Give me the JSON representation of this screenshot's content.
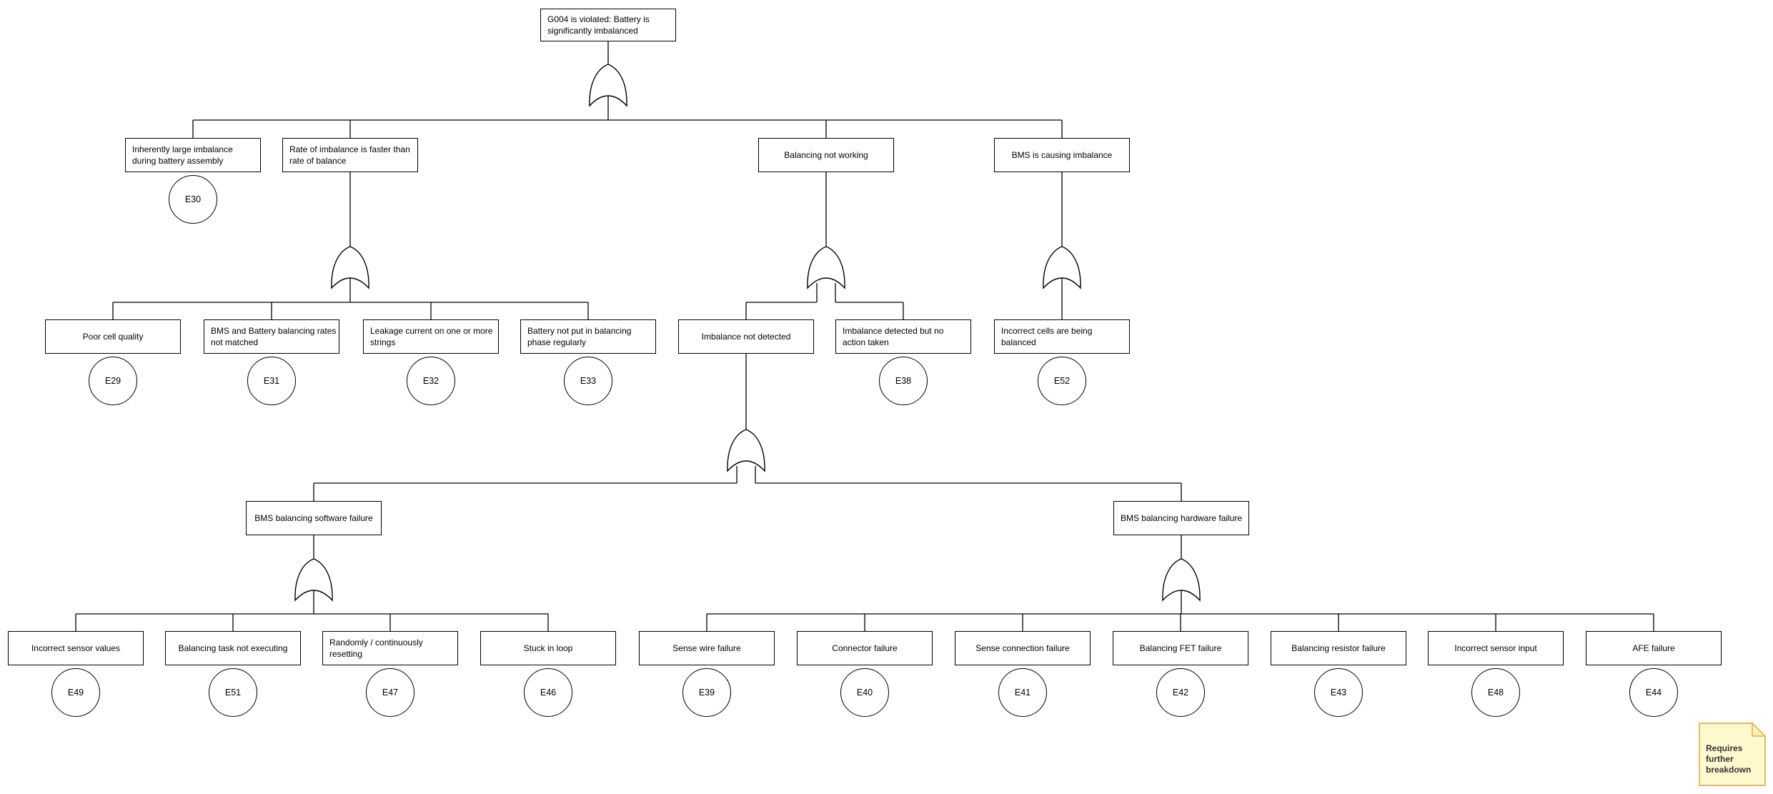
{
  "diagram_type": "fault-tree",
  "nodes": [
    {
      "id": "g004",
      "label": "G004 is violated: Battery is\nsignificantly imbalanced",
      "gate": "or"
    },
    {
      "id": "inherent-imbalance",
      "label": "Inherently large imbalance\nduring battery assembly",
      "event": "E30"
    },
    {
      "id": "rate-imbalance",
      "label": "Rate of imbalance is faster than\nrate of balance",
      "gate": "or"
    },
    {
      "id": "balancing-not-working",
      "label": "Balancing not working",
      "gate": "or"
    },
    {
      "id": "bms-causing-imbalance",
      "label": "BMS is causing imbalance",
      "gate": "or"
    },
    {
      "id": "poor-cell-quality",
      "label": "Poor cell quality",
      "event": "E29"
    },
    {
      "id": "rates-not-matched",
      "label": "BMS and Battery balancing rates\nnot matched",
      "event": "E31"
    },
    {
      "id": "leakage-current",
      "label": "Leakage current on one or more\nstrings",
      "event": "E32"
    },
    {
      "id": "not-in-balancing-phase",
      "label": "Battery not put in balancing\nphase regularly",
      "event": "E33"
    },
    {
      "id": "imbalance-not-detected",
      "label": "Imbalance not detected",
      "gate": "or"
    },
    {
      "id": "no-action-taken",
      "label": "Imbalance detected but no\naction taken",
      "event": "E38"
    },
    {
      "id": "incorrect-cells-balanced",
      "label": "Incorrect cells are being\nbalanced",
      "event": "E52"
    },
    {
      "id": "sw-failure",
      "label": "BMS balancing software failure",
      "gate": "or"
    },
    {
      "id": "hw-failure",
      "label": "BMS balancing hardware failure",
      "gate": "or"
    },
    {
      "id": "incorrect-sensor-values",
      "label": "Incorrect sensor values",
      "event": "E49"
    },
    {
      "id": "task-not-executing",
      "label": "Balancing task not executing",
      "event": "E51"
    },
    {
      "id": "random-resetting",
      "label": "Randomly / continuously\nresetting",
      "event": "E47"
    },
    {
      "id": "stuck-in-loop",
      "label": "Stuck in loop",
      "event": "E46"
    },
    {
      "id": "sense-wire-failure",
      "label": "Sense wire failure",
      "event": "E39"
    },
    {
      "id": "connector-failure",
      "label": "Connector failure",
      "event": "E40"
    },
    {
      "id": "sense-connection-failure",
      "label": "Sense connection failure",
      "event": "E41"
    },
    {
      "id": "balancing-fet-failure",
      "label": "Balancing FET failure",
      "event": "E42"
    },
    {
      "id": "balancing-resistor-failure",
      "label": "Balancing resistor failure",
      "event": "E43"
    },
    {
      "id": "incorrect-sensor-input",
      "label": "Incorrect sensor input",
      "event": "E48"
    },
    {
      "id": "afe-failure",
      "label": "AFE failure",
      "event": "E44"
    }
  ],
  "note": {
    "text": "Requires further breakdown"
  },
  "colors": {
    "background": "#ffffff",
    "line": "#000000",
    "box_border": "#000000",
    "box_fill": "#ffffff",
    "note_fill": "#fff9cd",
    "note_border": "#d9a33d",
    "note_fold": "#fbf0b0",
    "note_text": "#333333"
  }
}
